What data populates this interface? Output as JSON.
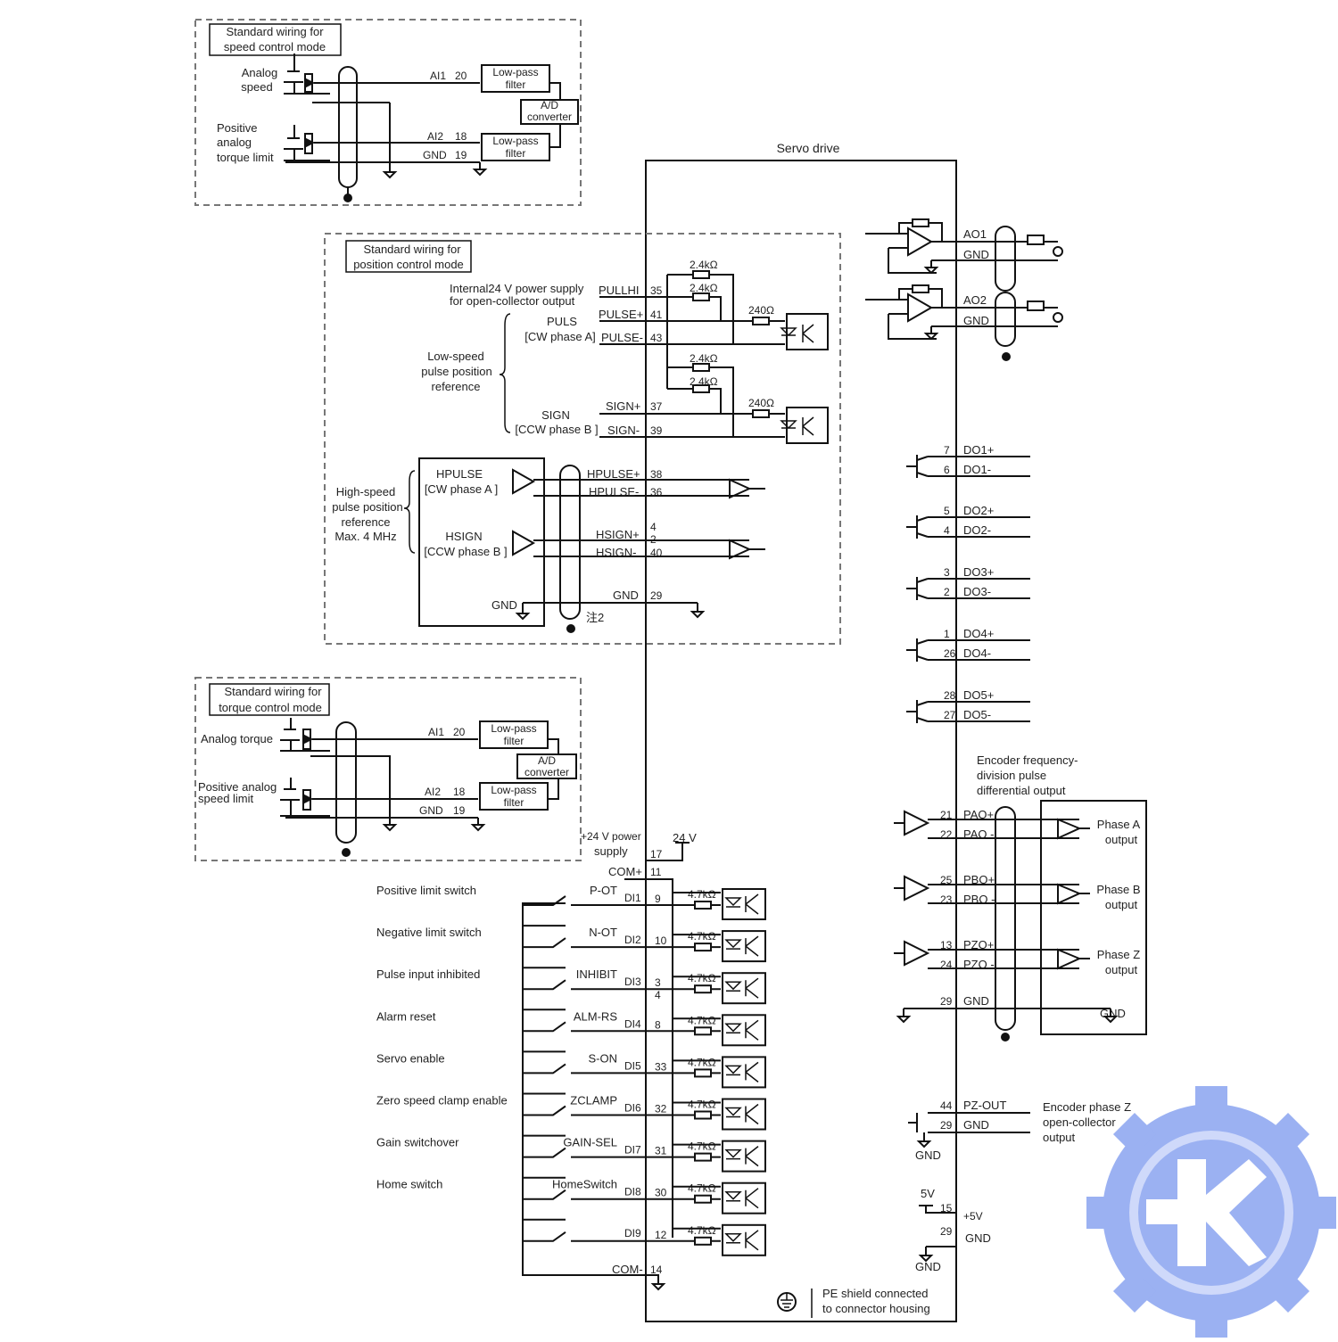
{
  "header": {
    "servo_drive": "Servo drive"
  },
  "speed_box": {
    "title_l1": "Standard wiring for",
    "title_l2": "speed control mode",
    "analog_l1": "Analog",
    "analog_l2": "speed",
    "torque_l1": "Positive",
    "torque_l2": "analog",
    "torque_l3": "torque limit",
    "ai1": "AI1",
    "pin_ai1": "20",
    "ai2": "AI2",
    "pin_ai2": "18",
    "gnd": "GND",
    "pin_gnd": "19",
    "lpf_l1": "Low-pass",
    "lpf_l2": "filter",
    "adc_l1": "A/D",
    "adc_l2": "converter"
  },
  "position_box": {
    "title_l1": "Standard wiring for",
    "title_l2": "position control mode",
    "internal_l1": "Internal24 V power supply",
    "internal_l2": "for open-collector output",
    "pullhi": "PULLHI",
    "pin_pullhi": "35",
    "puls_l1": "PULS",
    "puls_l2": "[CW phase A]",
    "pulse_p": "PULSE+",
    "pin_pulse_p": "41",
    "pulse_m": "PULSE-",
    "pin_pulse_m": "43",
    "lowspeed_l1": "Low-speed",
    "lowspeed_l2": "pulse position",
    "lowspeed_l3": "reference",
    "sign_l1": "SIGN",
    "sign_l2": "[CCW phase B ]",
    "sign_p": "SIGN+",
    "pin_sign_p": "37",
    "sign_m": "SIGN-",
    "pin_sign_m": "39",
    "r24": "2.4kΩ",
    "r240": "240Ω",
    "hs_l1": "High-speed",
    "hs_l2": "pulse position",
    "hs_l3": "reference",
    "hs_l4": "Max. 4 MHz",
    "hpulse_l1": "HPULSE",
    "hpulse_l2": "[CW phase A ]",
    "hsign_l1": "HSIGN",
    "hsign_l2": "[CCW phase B ]",
    "hpulse_p": "HPULSE+",
    "pin_hpulse_p": "38",
    "hpulse_m": "HPULSE-",
    "pin_hpulse_m": "36",
    "hsign_p": "HSIGN+",
    "pin_hsign_p": "4",
    "pin_hsign_p2": "2",
    "hsign_m": "HSIGN-",
    "pin_hsign_m": "40",
    "gnd": "GND",
    "pin_gnd": "29",
    "note2": "注2"
  },
  "torque_box": {
    "title_l1": "Standard wiring for",
    "title_l2": "torque control mode",
    "analog_torque": "Analog torque",
    "speed_l1": "Positive analog",
    "speed_l2": "speed limit",
    "ai1": "AI1",
    "pin_ai1": "20",
    "ai2": "AI2",
    "pin_ai2": "18",
    "gnd": "GND",
    "pin_gnd": "19",
    "lpf_l1": "Low-pass",
    "lpf_l2": "filter",
    "adc_l1": "A/D",
    "adc_l2": "converter"
  },
  "power": {
    "l1": "+24 V power",
    "l2": "supply",
    "pin_24": "17",
    "v24": "24 V",
    "com_p": "COM+",
    "pin_com_p": "11",
    "com_m": "COM-",
    "pin_com_m": "14"
  },
  "di_rows": [
    {
      "desc": "Positive limit switch",
      "signal": "P-OT",
      "di": "DI1",
      "pin": "9",
      "pin2": "",
      "res": "4.7kΩ"
    },
    {
      "desc": "Negative limit switch",
      "signal": "N-OT",
      "di": "DI2",
      "pin": "10",
      "pin2": "",
      "res": "4.7kΩ"
    },
    {
      "desc": "Pulse input inhibited",
      "signal": "INHIBIT",
      "di": "DI3",
      "pin": "3",
      "pin2": "4",
      "res": "4.7kΩ"
    },
    {
      "desc": "Alarm reset",
      "signal": "ALM-RS",
      "di": "DI4",
      "pin": "8",
      "pin2": "",
      "res": "4.7kΩ"
    },
    {
      "desc": "Servo enable",
      "signal": "S-ON",
      "di": "DI5",
      "pin": "33",
      "pin2": "",
      "res": "4.7kΩ"
    },
    {
      "desc": "Zero speed clamp enable",
      "signal": "ZCLAMP",
      "di": "DI6",
      "pin": "32",
      "pin2": "",
      "res": "4.7kΩ"
    },
    {
      "desc": "Gain switchover",
      "signal": "GAIN-SEL",
      "di": "DI7",
      "pin": "31",
      "pin2": "",
      "res": "4.7kΩ"
    },
    {
      "desc": "Home switch",
      "signal": "HomeSwitch",
      "di": "DI8",
      "pin": "30",
      "pin2": "",
      "res": "4.7kΩ"
    },
    {
      "desc": "",
      "signal": "",
      "di": "DI9",
      "pin": "12",
      "pin2": "",
      "res": "4.7kΩ"
    }
  ],
  "ao_rows": [
    {
      "name": "AO1",
      "gnd": "GND"
    },
    {
      "name": "AO2",
      "gnd": "GND"
    }
  ],
  "do_rows": [
    {
      "pin_p": "7",
      "name_p": "DO1+",
      "pin_m": "6",
      "name_m": "DO1-"
    },
    {
      "pin_p": "5",
      "name_p": "DO2+",
      "pin_m": "4",
      "name_m": "DO2-"
    },
    {
      "pin_p": "3",
      "name_p": "DO3+",
      "pin_m": "2",
      "name_m": "DO3-"
    },
    {
      "pin_p": "1",
      "name_p": "DO4+",
      "pin_m": "26",
      "name_m": "DO4-"
    },
    {
      "pin_p": "28",
      "name_p": "DO5+",
      "pin_m": "27",
      "name_m": "DO5-"
    }
  ],
  "encoder": {
    "title_l1": "Encoder frequency-",
    "title_l2": "division pulse",
    "title_l3": "differential output",
    "rows": [
      {
        "pin_p": "21",
        "name_p": "PAO+",
        "pin_m": "22",
        "name_m": "PAO -",
        "out_l1": "Phase A",
        "out_l2": "output"
      },
      {
        "pin_p": "25",
        "name_p": "PBO+",
        "pin_m": "23",
        "name_m": "PBO -",
        "out_l1": "Phase B",
        "out_l2": "output"
      },
      {
        "pin_p": "13",
        "name_p": "PZO+",
        "pin_m": "24",
        "name_m": "PZO -",
        "out_l1": "Phase Z",
        "out_l2": "output"
      }
    ],
    "pin_gnd": "29",
    "gnd": "GND",
    "gnd_right": "GND"
  },
  "pz": {
    "pin_out": "44",
    "pzout": "PZ-OUT",
    "pin_gnd": "29",
    "gnd": "GND",
    "desc_l1": "Encoder phase Z",
    "desc_l2": "open-collector",
    "desc_l3": "output",
    "gnd_below": "GND"
  },
  "p5v": {
    "v5": "5V",
    "pin_15": "15",
    "plus5v": "+5V",
    "pin_29": "29",
    "gnd": "GND",
    "gnd_below": "GND"
  },
  "pe": {
    "l1": "PE shield connected",
    "l2": "to connector housing"
  },
  "colors": {
    "logo_blue": "#8aa4f0",
    "logo_light": "#c7d3fa"
  }
}
